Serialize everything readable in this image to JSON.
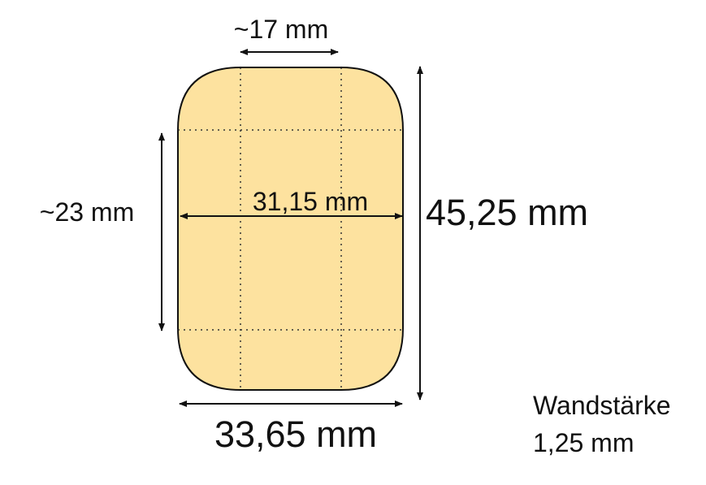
{
  "diagram": {
    "colors": {
      "fill": "#fde29f",
      "outline": "#111111",
      "dotted_lines": "#333333",
      "arrows": "#111111",
      "text": "#111111"
    },
    "labels": {
      "top_width": "~17 mm",
      "left_height": "~23 mm",
      "inner_width": "31,15 mm",
      "total_height": "45,25 mm",
      "outer_width": "33,65 mm",
      "wall_thickness_title": "Wandstärke",
      "wall_thickness_value": "1,25 mm"
    }
  }
}
